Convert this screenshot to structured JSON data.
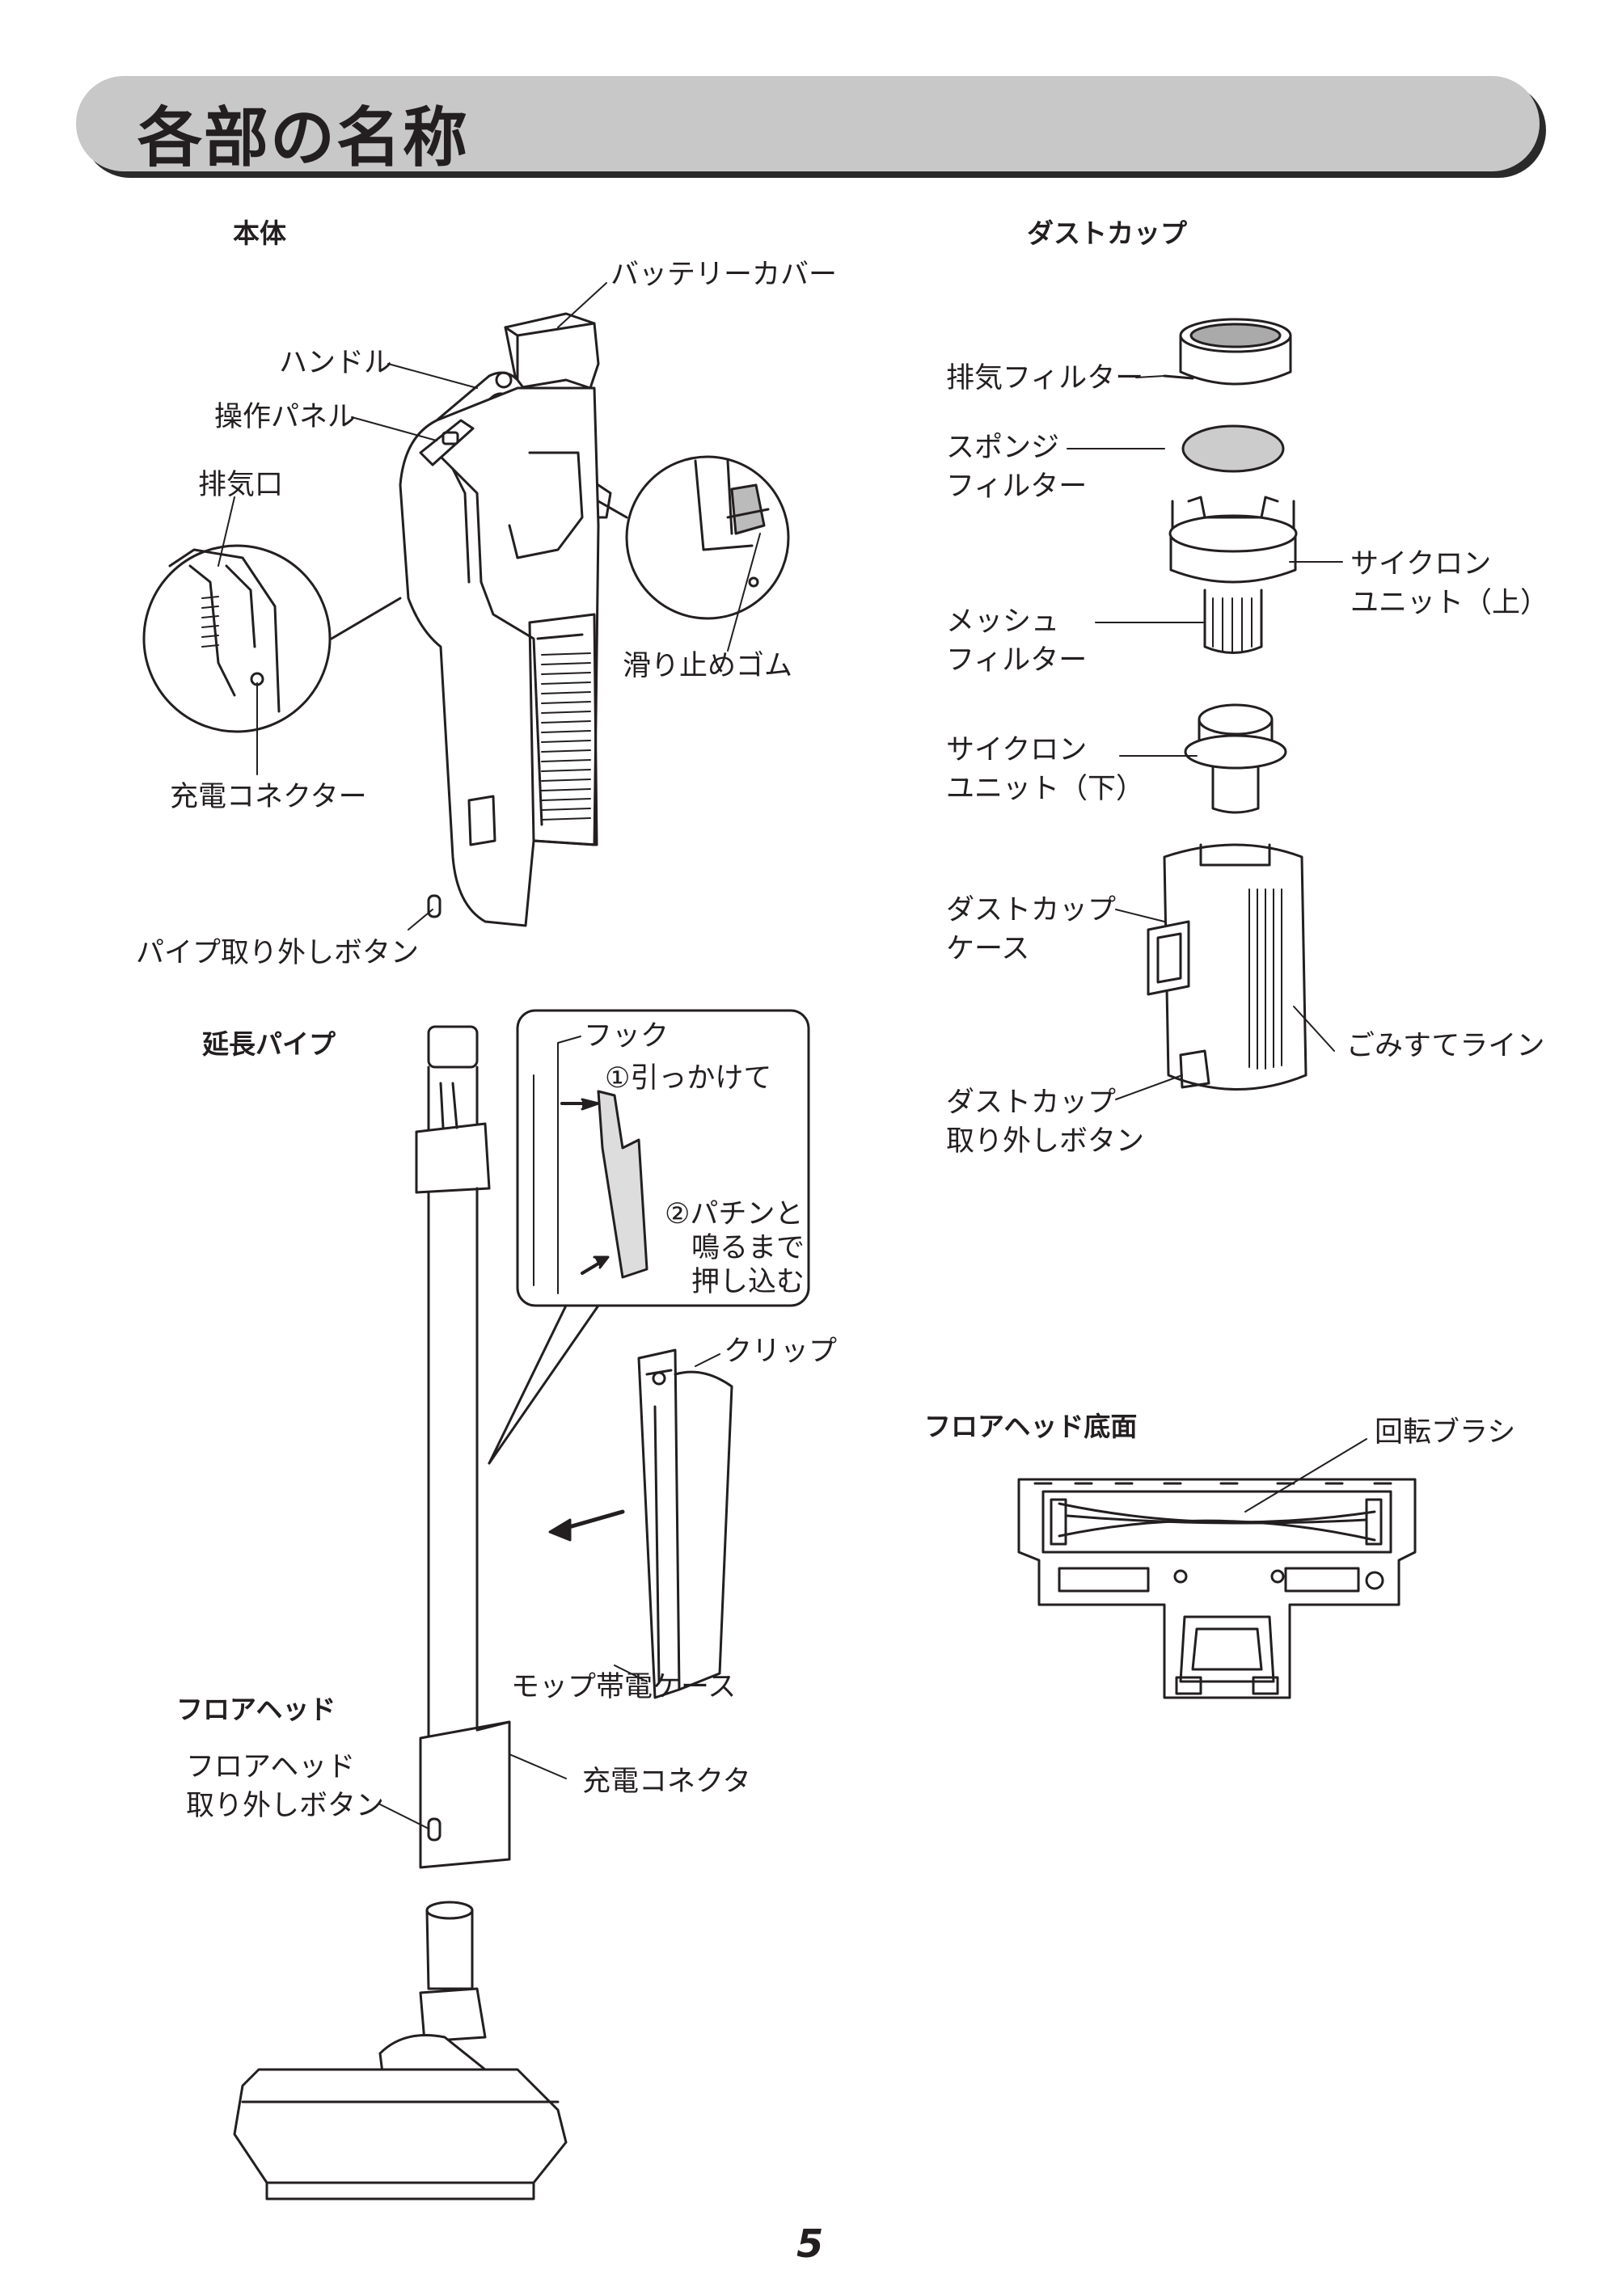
{
  "header": {
    "title": "各部の名称"
  },
  "sections": {
    "body": "本体",
    "dust_cup": "ダストカップ",
    "extension_pipe": "延長パイプ",
    "floor_head": "フロアヘッド",
    "floor_head_bottom": "フロアヘッド底面"
  },
  "labels": {
    "battery_cover": "バッテリーカバー",
    "handle": "ハンドル",
    "control_panel": "操作パネル",
    "exhaust_port": "排気口",
    "anti_slip_rubber": "滑り止めゴム",
    "charging_connector": "充電コネクター",
    "pipe_release_button": "パイプ取り外しボタン",
    "exhaust_filter": "排気フィルター",
    "sponge_filter_1": "スポンジ",
    "sponge_filter_2": "フィルター",
    "cyclone_upper_1": "サイクロン",
    "cyclone_upper_2": "ユニット（上）",
    "mesh_filter_1": "メッシュ",
    "mesh_filter_2": "フィルター",
    "cyclone_lower_1": "サイクロン",
    "cyclone_lower_2": "ユニット（下）",
    "dust_cup_case_1": "ダストカップ",
    "dust_cup_case_2": "ケース",
    "dust_line": "ごみすてライン",
    "dust_cup_release_1": "ダストカップ",
    "dust_cup_release_2": "取り外しボタン",
    "hook": "フック",
    "step1": "①引っかけて",
    "step2_1": "②パチンと",
    "step2_2": "鳴るまで",
    "step2_3": "押し込む",
    "clip": "クリップ",
    "mop_case": "モップ帯電ケース",
    "floor_head_release_1": "フロアヘッド",
    "floor_head_release_2": "取り外しボタン",
    "charging_connector_pipe": "充電コネクタ",
    "rotating_brush": "回転ブラシ"
  },
  "page_number": "5"
}
